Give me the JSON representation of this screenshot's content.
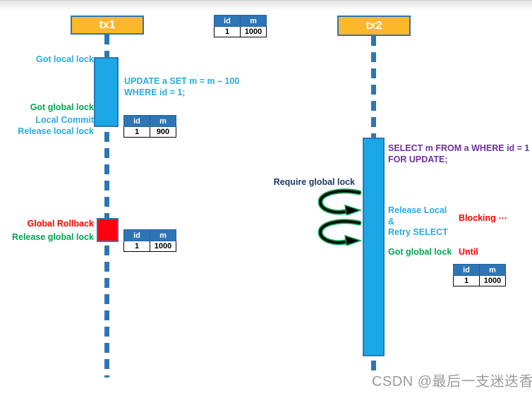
{
  "labels": {
    "tx1": "tx1",
    "tx2": "tx2",
    "got_local_lock": "Got local lock",
    "got_global_lock": "Got global lock",
    "local_commit": "Local Commit",
    "release_local_lock": "Release local lock",
    "global_rollback": "Global Rollback",
    "release_global_lock": "Release global lock",
    "require_global_lock": "Require global lock",
    "release_local": "Release Local",
    "ampersand": "&",
    "retry_select": "Retry SELECT",
    "blocking": "Blocking ⋯",
    "got_global_lock_tx2": "Got global lock",
    "until": "Until"
  },
  "sql": {
    "tx1_line1": "UPDATE a SET m = m – 100",
    "tx1_line2": "WHERE id = 1;",
    "tx2_line1": "SELECT m FROM a WHERE id = 1",
    "tx2_line2": "FOR UPDATE;"
  },
  "tables": [
    {
      "headers": [
        "id",
        "m"
      ],
      "row": [
        "1",
        "1000"
      ]
    },
    {
      "headers": [
        "id",
        "m"
      ],
      "row": [
        "1",
        "900"
      ]
    },
    {
      "headers": [
        "id",
        "m"
      ],
      "row": [
        "1",
        "1000"
      ]
    },
    {
      "headers": [
        "id",
        "m"
      ],
      "row": [
        "1",
        "1000"
      ]
    }
  ],
  "watermark": "CSDN @最后一支迷迭香",
  "colors": {
    "accent_blue": "#2E75B6",
    "activation_cyan": "#1BA7E6",
    "label_cyan": "#29ABE2",
    "green": "#00A651",
    "red": "#FF0000",
    "purple": "#7030A0",
    "navy": "#1F3864",
    "orange": "#FBB829",
    "watermark_gray": "#9C9C9C"
  }
}
